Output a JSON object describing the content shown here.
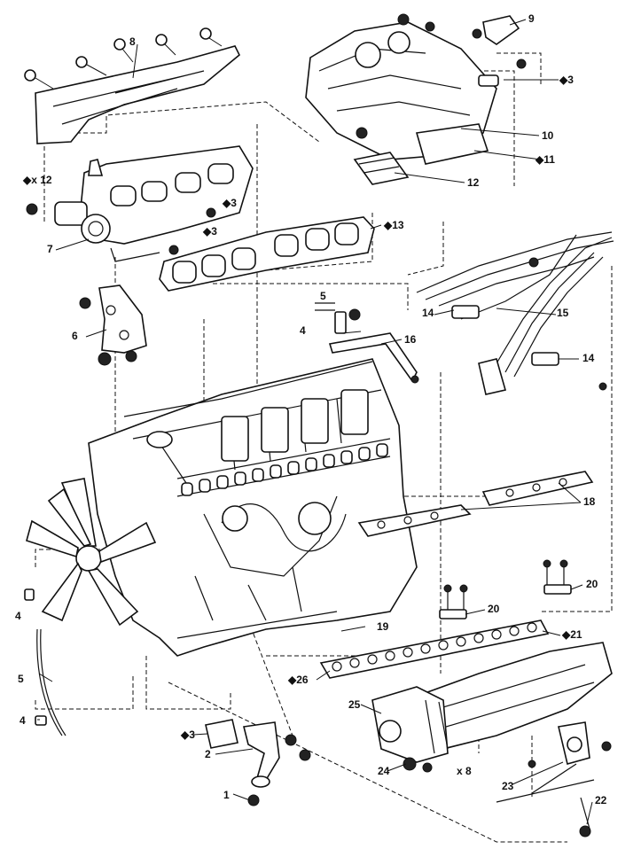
{
  "callouts": {
    "c1": "1",
    "c2": "2",
    "c3a": "3",
    "c3b": "3",
    "c3c": "3",
    "c3d": "3",
    "c4a": "4",
    "c4b": "4",
    "c4c": "4",
    "c5a": "5",
    "c5b": "5",
    "c6": "6",
    "c7": "7",
    "c8a": "8",
    "c8b": "x 8",
    "c9": "9",
    "c10": "10",
    "c11": "11",
    "c12a": "x 12",
    "c12b": "12",
    "c13": "13",
    "c14a": "14",
    "c14b": "14",
    "c15": "15",
    "c16": "16",
    "c18": "18",
    "c19": "19",
    "c20a": "20",
    "c20b": "20",
    "c21": "21",
    "c22": "22",
    "c23": "23",
    "c24": "24",
    "c25": "25",
    "c26": "26"
  },
  "markers": {
    "new_part": "◆"
  },
  "colors": {
    "line": "#111111",
    "background": "#ffffff"
  }
}
